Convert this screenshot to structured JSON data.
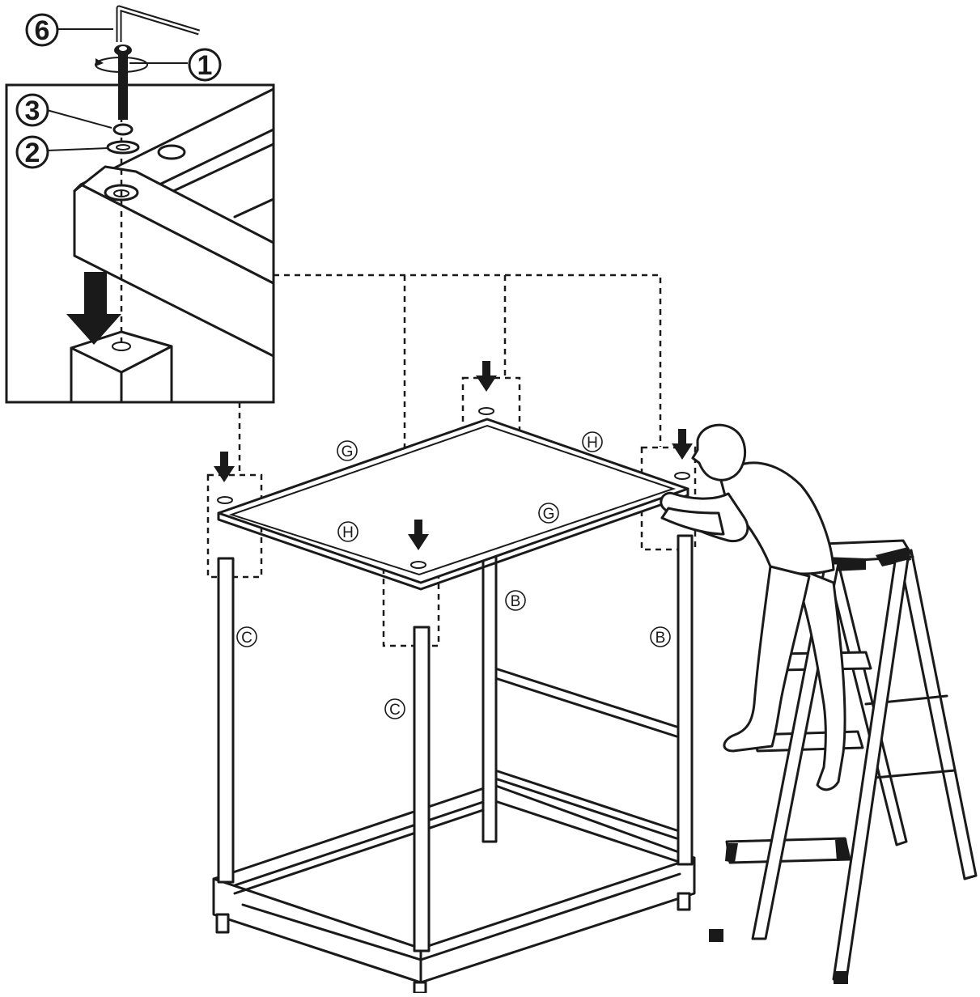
{
  "callouts": [
    {
      "id": "allen-key",
      "label": "6"
    },
    {
      "id": "bolt",
      "label": "1"
    },
    {
      "id": "lock-washer",
      "label": "3"
    },
    {
      "id": "flat-washer",
      "label": "2"
    }
  ],
  "part_labels": {
    "g_back": "G",
    "h_right": "H",
    "h_front": "H",
    "g_front": "G",
    "b_back": "B",
    "b_right": "B",
    "c_left": "C",
    "c_front": "C"
  },
  "colors": {
    "ink": "#1a1a1a",
    "paper": "#ffffff"
  }
}
